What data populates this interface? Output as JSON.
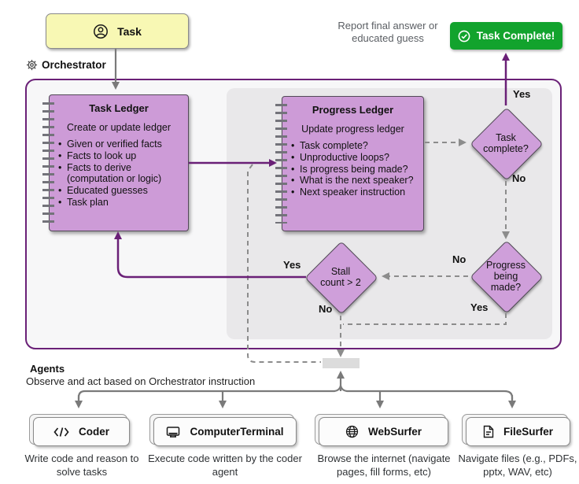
{
  "task": {
    "label": "Task"
  },
  "completion": {
    "report_text": "Report final answer or educated guess",
    "button_label": "Task Complete!"
  },
  "orchestrator": {
    "label": "Orchestrator",
    "task_ledger": {
      "title": "Task Ledger",
      "subtitle": "Create or update ledger",
      "bullets": [
        "Given or verified facts",
        "Facts to look up",
        "Facts to derive (computation or logic)",
        "Educated guesses",
        "Task plan"
      ]
    },
    "progress_ledger": {
      "title": "Progress Ledger",
      "subtitle": "Update progress ledger",
      "bullets": [
        "Task complete?",
        "Unproductive loops?",
        "Is progress being made?",
        "What is the next speaker?",
        "Next speaker instruction"
      ]
    },
    "decisions": {
      "task_complete": "Task complete?",
      "progress_being_made": "Progress being made?",
      "stall_count": "Stall count > 2"
    },
    "edge_labels": {
      "tc_yes": "Yes",
      "tc_no": "No",
      "pb_no": "No",
      "pb_yes": "Yes",
      "st_yes": "Yes",
      "st_no": "No"
    }
  },
  "agents": {
    "heading": "Agents",
    "subheading": "Observe and act based on Orchestrator instruction",
    "items": [
      {
        "name": "Coder",
        "icon": "code-icon",
        "description": "Write code and reason to solve tasks"
      },
      {
        "name": "ComputerTerminal",
        "icon": "terminal-icon",
        "description": "Execute code written by the coder agent"
      },
      {
        "name": "WebSurfer",
        "icon": "globe-icon",
        "description": "Browse the internet (navigate pages, fill forms, etc)"
      },
      {
        "name": "FileSurfer",
        "icon": "file-icon",
        "description": "Navigate files (e.g., PDFs, pptx, WAV, etc)"
      }
    ]
  },
  "colors": {
    "ledger_purple": "#cd9bd7",
    "orchestrator_border": "#6a2077",
    "task_yellow": "#f8f8b4",
    "complete_green": "#12a32d",
    "connector_gray": "#8c8c8c"
  }
}
